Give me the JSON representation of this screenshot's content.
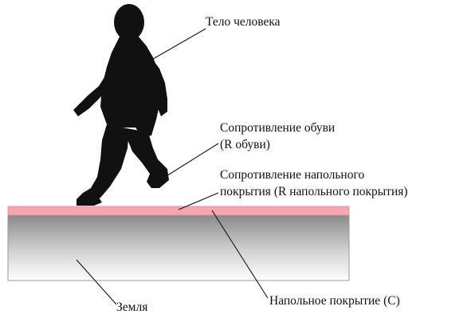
{
  "labels": {
    "human_body": "Тело человека",
    "shoe_resistance": {
      "line1": "Сопротивление обуви",
      "line2": "(R обуви)"
    },
    "floor_resistance": {
      "line1": "Сопротивление напольного",
      "line2": "покрытия (R напольного покрытия)"
    },
    "flooring": "Напольное покрытие (C)",
    "ground": "Земля"
  },
  "colors": {
    "silhouette": "#111111",
    "floor_layer": "#f4a7b2",
    "ground_gradient_top": "#888888",
    "ground_gradient_bottom": "#ffffff",
    "leader_line": "#111111"
  }
}
